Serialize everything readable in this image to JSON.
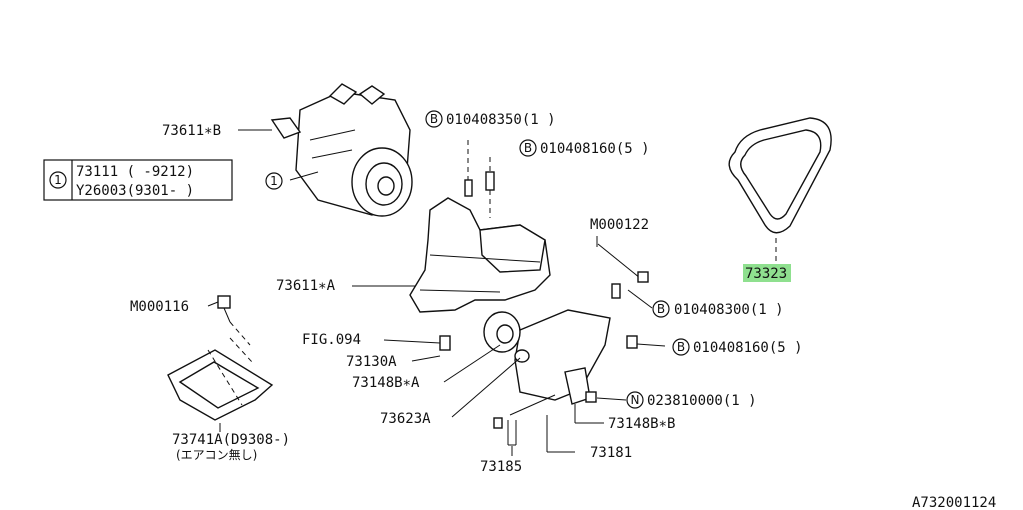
{
  "labels": {
    "compressor_bracket_b": "73611∗B",
    "bolt_b_350": "010408350(1 )",
    "bolt_b_160_top": "010408160(5 )",
    "table_ref": "1",
    "table_row1": "73111 ( -9212)",
    "table_row2": "Y26003(9301- )",
    "compressor_ref": "1",
    "m000122": "M000122",
    "belt_part": "73323",
    "bracket_a": "73611∗A",
    "bolt_b_300": "010408300(1 )",
    "m000116": "M000116",
    "fig_ref": "FIG.094",
    "idler": "73130A",
    "bolt_b_160_bottom": "010408160(5 )",
    "spacer_a": "73148B∗A",
    "nut_n": "023810000(1 )",
    "tensioner_bracket": "73623A",
    "spacer_b": "73148B∗B",
    "cover": "73741A(D9308-)",
    "cover_note": "(エアコン無し)",
    "bolt_73185": "73185",
    "bolt_73181": "73181",
    "diagram_id": "A732001124"
  },
  "badges": {
    "bolt": "B",
    "nut": "N"
  },
  "colors": {
    "highlight": "#8fe08f",
    "ink": "#111111"
  }
}
